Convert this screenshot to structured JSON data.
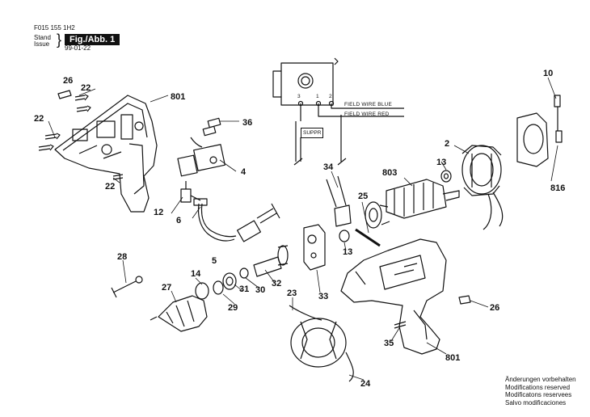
{
  "header": {
    "doc_number": "F015 155 1H2",
    "stand_label": "Stand",
    "issue_label": "Issue",
    "date": "99-01-22",
    "figure_label": "Fig./Abb. 1"
  },
  "wiring": {
    "terminals": [
      "3",
      "1",
      "2"
    ],
    "field_wire_blue": "FIELD WIRE BLUE",
    "field_wire_red": "FIELD WIRE RED",
    "suppressor": "SUPPR"
  },
  "callouts": {
    "c26a": "26",
    "c22a": "22",
    "c801a": "801",
    "c22b": "22",
    "c22c": "22",
    "c36": "36",
    "c4": "4",
    "c12": "12",
    "c6": "6",
    "c5": "5",
    "c10": "10",
    "c2": "2",
    "c13a": "13",
    "c816": "816",
    "c803": "803",
    "c34": "34",
    "c25": "25",
    "c13b": "13",
    "c28": "28",
    "c14": "14",
    "c27": "27",
    "c29": "29",
    "c31": "31",
    "c30": "30",
    "c32": "32",
    "c33": "33",
    "c23": "23",
    "c26b": "26",
    "c35": "35",
    "c801b": "801",
    "c24": "24"
  },
  "notes": [
    "Änderungen vorbehalten",
    "Modifications reserved",
    "Modificatons reservees",
    "Salvo modificaciones"
  ]
}
